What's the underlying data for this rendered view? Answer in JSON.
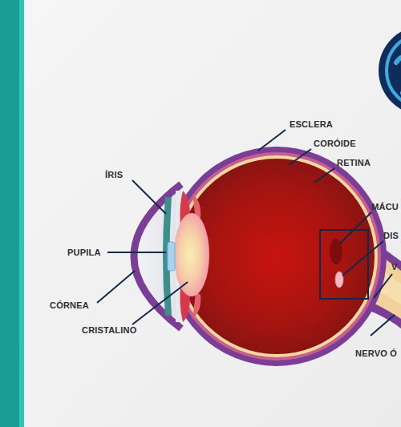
{
  "diagram": {
    "labels": [
      "ESCLERA",
      "CORÓIDE",
      "RETINA",
      "MÁCU",
      "DIS",
      "V",
      "NERVO Ó",
      "ÍRIS",
      "PUPILA",
      "CÓRNEA",
      "CRISTALINO"
    ]
  }
}
